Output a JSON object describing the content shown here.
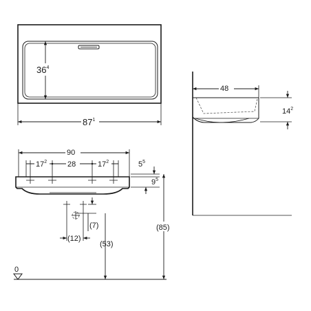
{
  "top_view": {
    "width_main": "87",
    "width_sup": "1",
    "depth_main": "36",
    "depth_sup": "4"
  },
  "front_view": {
    "overall_width": "90",
    "spacing_left_main": "17",
    "spacing_left_sup": "2",
    "spacing_center": "28",
    "spacing_right_main": "17",
    "spacing_right_sup": "2",
    "thickness_top_main": "5",
    "thickness_top_sup": "5",
    "thickness_main": "9",
    "thickness_sup": "5",
    "drain_offset": "(12)",
    "drain_drop": "(7)",
    "drain_height": "(53)",
    "overall_height": "(85)",
    "floor_level": "0"
  },
  "side_view": {
    "depth": "48",
    "height_main": "14",
    "height_sup": "2"
  },
  "colors": {
    "line": "#1a1a1a",
    "background": "#ffffff"
  }
}
